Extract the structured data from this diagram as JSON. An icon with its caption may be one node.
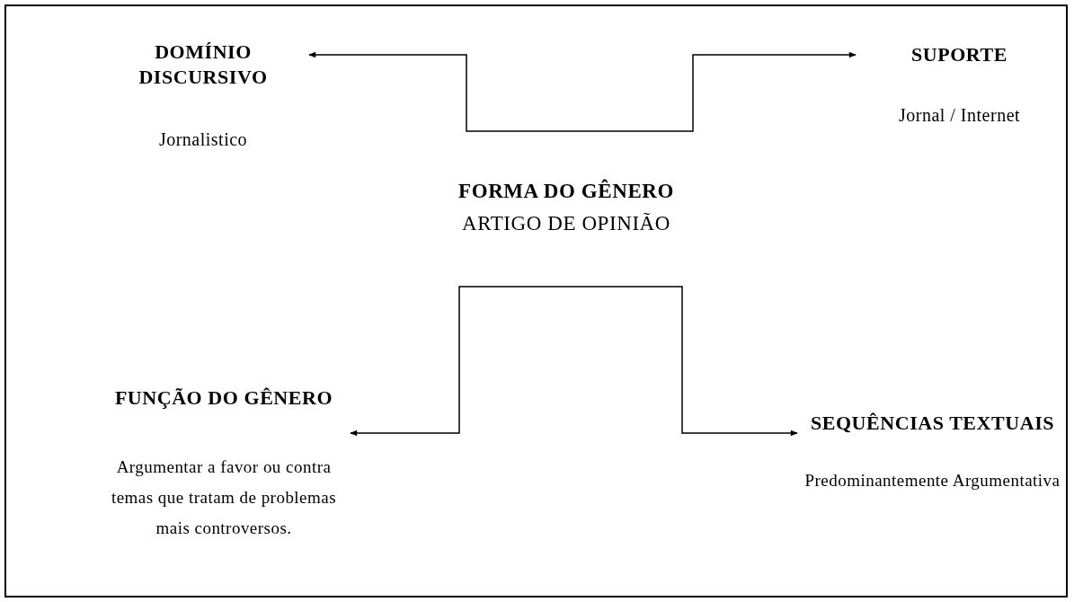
{
  "diagram": {
    "nodes": [
      {
        "text": [
          "DOMÍNIO DISCURSIVO",
          "Jornalistico"
        ]
      },
      {
        "text": [
          "SUPORTE",
          "Jornal / Internet"
        ]
      },
      {
        "text": [
          "FORMA DO GÊNERO",
          "ARTIGO DE OPINIÃO"
        ]
      },
      {
        "text": [
          "FUNÇÃO DO GÊNERO",
          "Argumentar a favor ou contra temas que tratam de problemas mais controversos."
        ]
      },
      {
        "text": [
          "SEQUÊNCIAS TEXTUAIS",
          "Predominantemente Argumentativa"
        ]
      }
    ],
    "edges": [
      {
        "from": 0,
        "to": 1,
        "arrow": "both"
      },
      {
        "from": 3,
        "to": 4,
        "arrow": "both"
      }
    ]
  }
}
